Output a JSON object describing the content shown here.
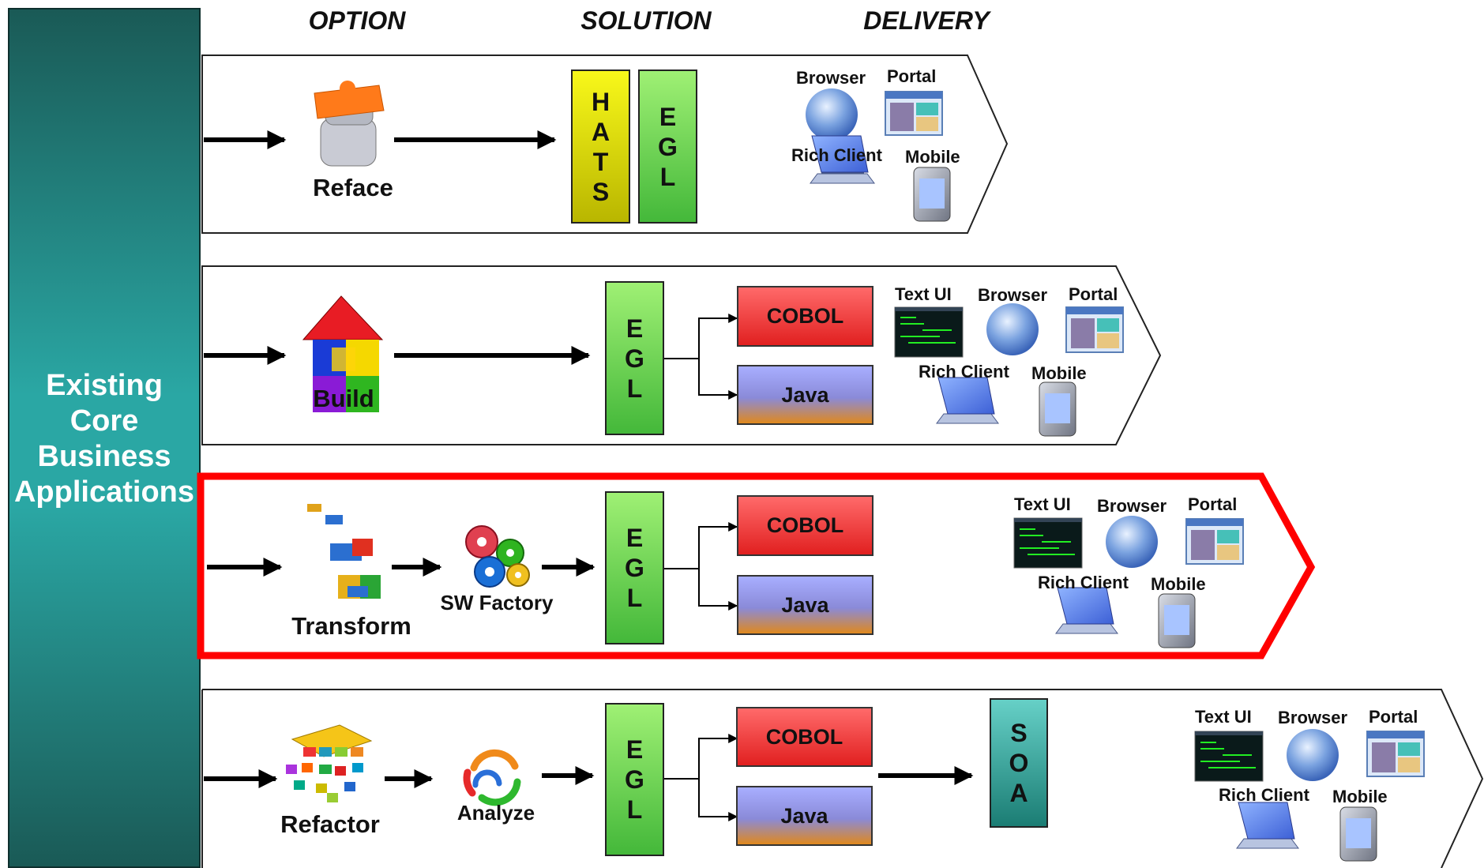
{
  "columns": {
    "option": "OPTION",
    "solution": "SOLUTION",
    "delivery": "DELIVERY"
  },
  "sidebar": {
    "label": "Existing Core Business Applications"
  },
  "delivery_labels": {
    "text_ui": "Text UI",
    "browser": "Browser",
    "portal": "Portal",
    "rich_client": "Rich Client",
    "mobile": "Mobile"
  },
  "rows": [
    {
      "option": "Reface",
      "solution": [
        "HATS",
        "EGL"
      ]
    },
    {
      "option": "Build",
      "solution": [
        "EGL"
      ],
      "targets": [
        "COBOL",
        "Java"
      ]
    },
    {
      "option": "Transform",
      "step": "SW Factory",
      "solution": [
        "EGL"
      ],
      "targets": [
        "COBOL",
        "Java"
      ],
      "highlighted": true
    },
    {
      "option": "Refactor",
      "step": "Analyze",
      "solution": [
        "EGL",
        "SOA"
      ],
      "targets": [
        "COBOL",
        "Java"
      ]
    }
  ],
  "colors": {
    "highlight": "#ff0000",
    "sidebar": "#2aa7a4"
  }
}
